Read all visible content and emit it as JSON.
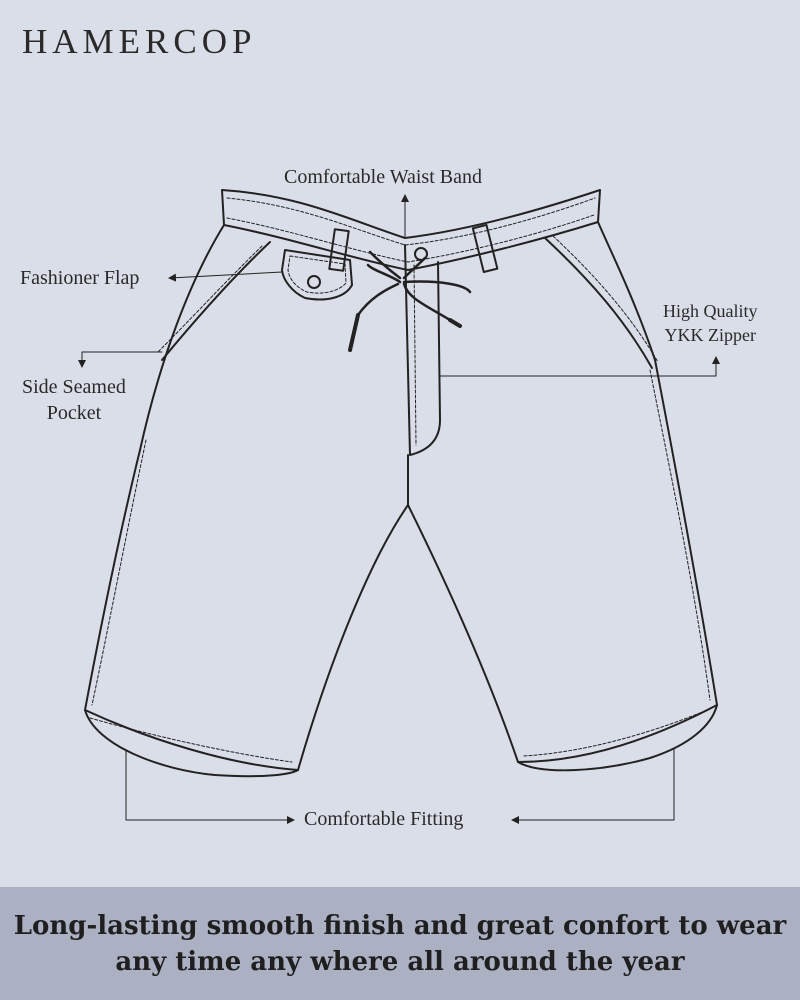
{
  "brand": "HAMERCOP",
  "callouts": {
    "waist_band": "Comfortable Waist Band",
    "fashioner_flap": "Fashioner Flap",
    "side_pocket_line1": "Side Seamed",
    "side_pocket_line2": "Pocket",
    "zipper_line1": "High Quality",
    "zipper_line2": "YKK Zipper",
    "fitting": "Comfortable Fitting"
  },
  "footer": {
    "line1": "Long-lasting smooth finish and great confort to wear",
    "line2": "any time any where all around the year"
  },
  "colors": {
    "background": "#dadee8",
    "footer_band": "#abb1c3",
    "line": "#222222"
  }
}
